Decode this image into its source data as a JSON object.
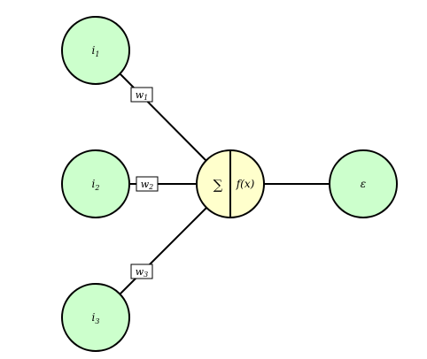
{
  "colors": {
    "input_fill": "#ccffcc",
    "neuron_fill": "#ffffcc",
    "output_fill": "#ccffcc",
    "stroke": "#000000"
  },
  "inputs": [
    {
      "letter": "i",
      "subscript": "1"
    },
    {
      "letter": "i",
      "subscript": "2"
    },
    {
      "letter": "i",
      "subscript": "3"
    }
  ],
  "weights": [
    {
      "letter": "w",
      "subscript": "1"
    },
    {
      "letter": "w",
      "subscript": "2"
    },
    {
      "letter": "w",
      "subscript": "3"
    }
  ],
  "neuron": {
    "sum_symbol": "∑",
    "activation_label": "f(x)"
  },
  "output": {
    "label": "ε"
  }
}
